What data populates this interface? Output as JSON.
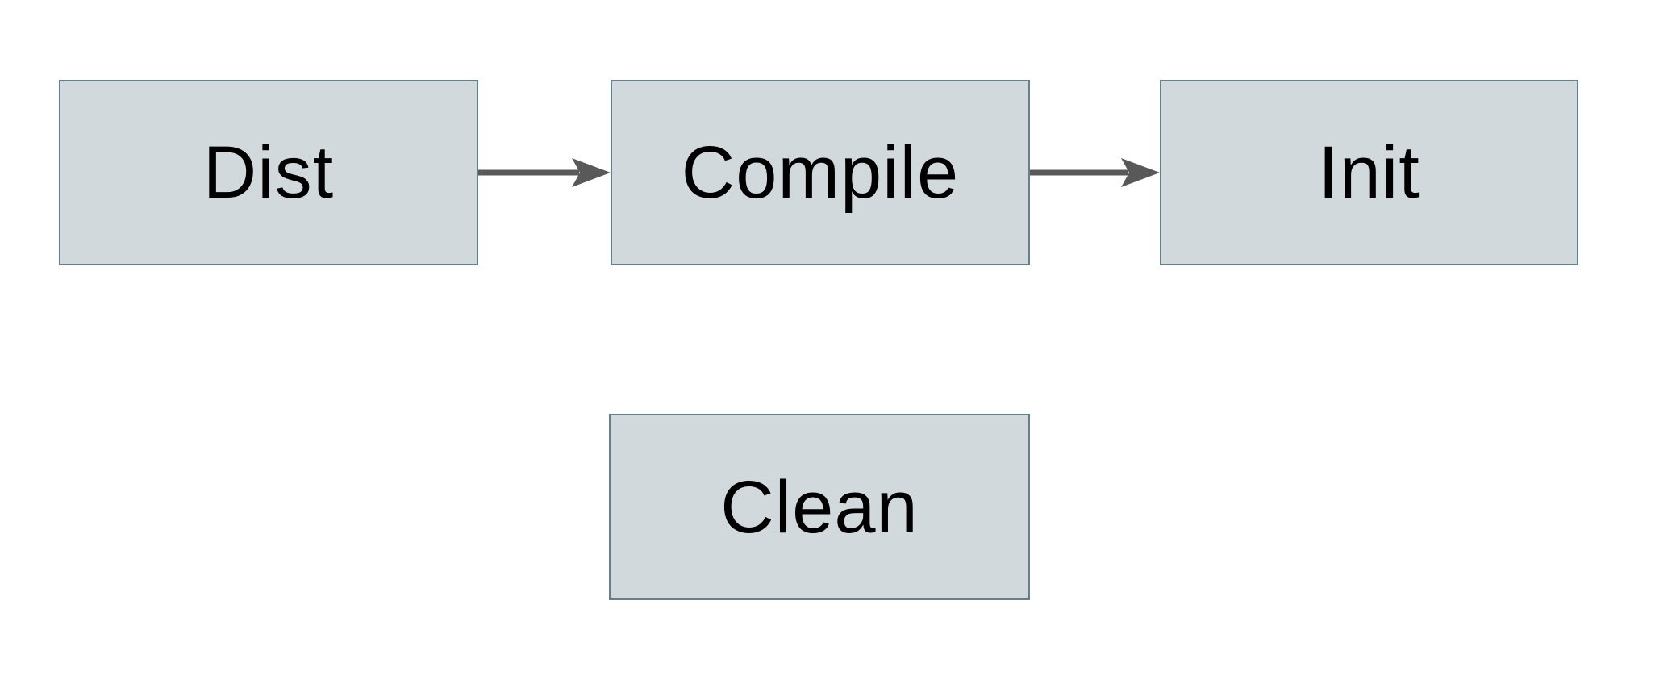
{
  "diagram": {
    "title": "build-targets-flowchart",
    "nodes": [
      {
        "id": "dist",
        "label": "Dist"
      },
      {
        "id": "compile",
        "label": "Compile"
      },
      {
        "id": "init",
        "label": "Init"
      },
      {
        "id": "clean",
        "label": "Clean"
      }
    ],
    "edges": [
      {
        "from": "dist",
        "to": "compile",
        "direction": "right"
      },
      {
        "from": "compile",
        "to": "init",
        "direction": "right"
      }
    ],
    "colors": {
      "background": "#ffffff",
      "node_fill": "#d2d9dc",
      "node_border": "#64808d",
      "arrow": "#595959",
      "text": "#000000"
    }
  }
}
